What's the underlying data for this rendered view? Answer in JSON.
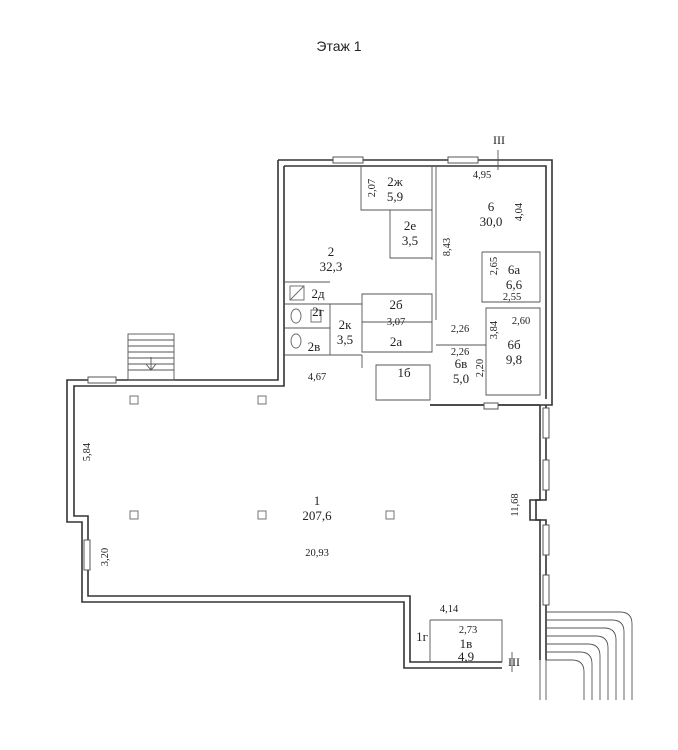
{
  "title": "Этаж 1",
  "section_label": "III",
  "rooms": [
    {
      "id": "1",
      "area": "207,6"
    },
    {
      "id": "1в",
      "area": "4,9"
    },
    {
      "id": "1г",
      "area": ""
    },
    {
      "id": "1б",
      "area": ""
    },
    {
      "id": "2",
      "area": "32,3"
    },
    {
      "id": "2а",
      "area": ""
    },
    {
      "id": "2б",
      "area": ""
    },
    {
      "id": "2в",
      "area": ""
    },
    {
      "id": "2г",
      "area": ""
    },
    {
      "id": "2д",
      "area": ""
    },
    {
      "id": "2е",
      "area": "3,5"
    },
    {
      "id": "2ж",
      "area": "5,9"
    },
    {
      "id": "2к",
      "area": "3,5"
    },
    {
      "id": "6",
      "area": "30,0"
    },
    {
      "id": "6а",
      "area": "6,6"
    },
    {
      "id": "6б",
      "area": "9,8"
    },
    {
      "id": "6в",
      "area": "5,0"
    }
  ],
  "dimensions": [
    "4,95",
    "4,04",
    "2,07",
    "8,43",
    "2,65",
    "2,55",
    "2,60",
    "2,26",
    "3,84",
    "2,26",
    "2,20",
    "3,07",
    "4,67",
    "5,84",
    "11,68",
    "3,20",
    "20,93",
    "4,14",
    "2,73"
  ]
}
